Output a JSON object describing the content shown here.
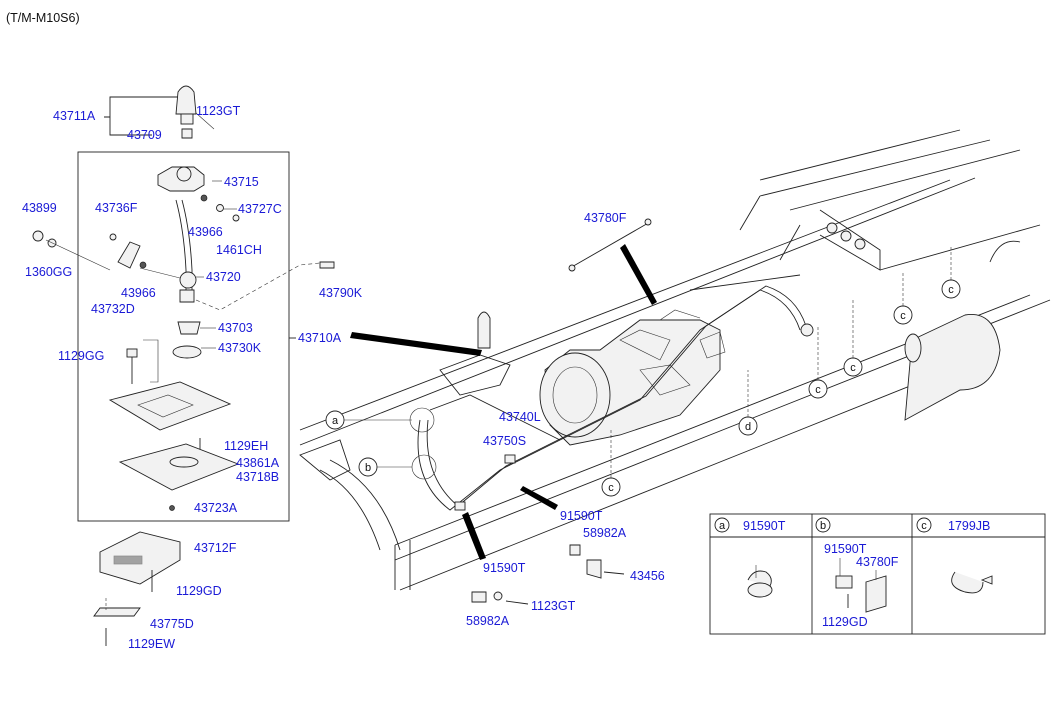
{
  "title": "(T/M-M10S6)",
  "part_labels": {
    "p43711A": "43711A",
    "p1123GT_top": "1123GT",
    "p43709": "43709",
    "p43715": "43715",
    "p43899": "43899",
    "p43736F": "43736F",
    "p43727C": "43727C",
    "p43966_a": "43966",
    "p1461CH": "1461CH",
    "p1360GG": "1360GG",
    "p43720": "43720",
    "p43966_b": "43966",
    "p43732D": "43732D",
    "p43790K": "43790K",
    "p43703": "43703",
    "p43730K": "43730K",
    "p43710A": "43710A",
    "p1129GG": "1129GG",
    "p1129EH": "1129EH",
    "p43861A": "43861A",
    "p43718B": "43718B",
    "p43723A": "43723A",
    "p43712F": "43712F",
    "p1129GD": "1129GD",
    "p43775D": "43775D",
    "p1129EW": "1129EW",
    "p43780F": "43780F",
    "p43740L": "43740L",
    "p43750S": "43750S",
    "p91590T_a": "91590T",
    "p58982A_a": "58982A",
    "p43456": "43456",
    "p91590T_b": "91590T",
    "p1123GT_b": "1123GT",
    "p58982A_b": "58982A"
  },
  "callouts": {
    "a": "a",
    "b": "b",
    "c": "c",
    "d": "d"
  },
  "legend": {
    "a": {
      "key": "a",
      "part": "91590T"
    },
    "b": {
      "key": "b",
      "parts": [
        "91590T",
        "43780F",
        "1129GD"
      ]
    },
    "c": {
      "key": "c",
      "part": "1799JB"
    }
  }
}
